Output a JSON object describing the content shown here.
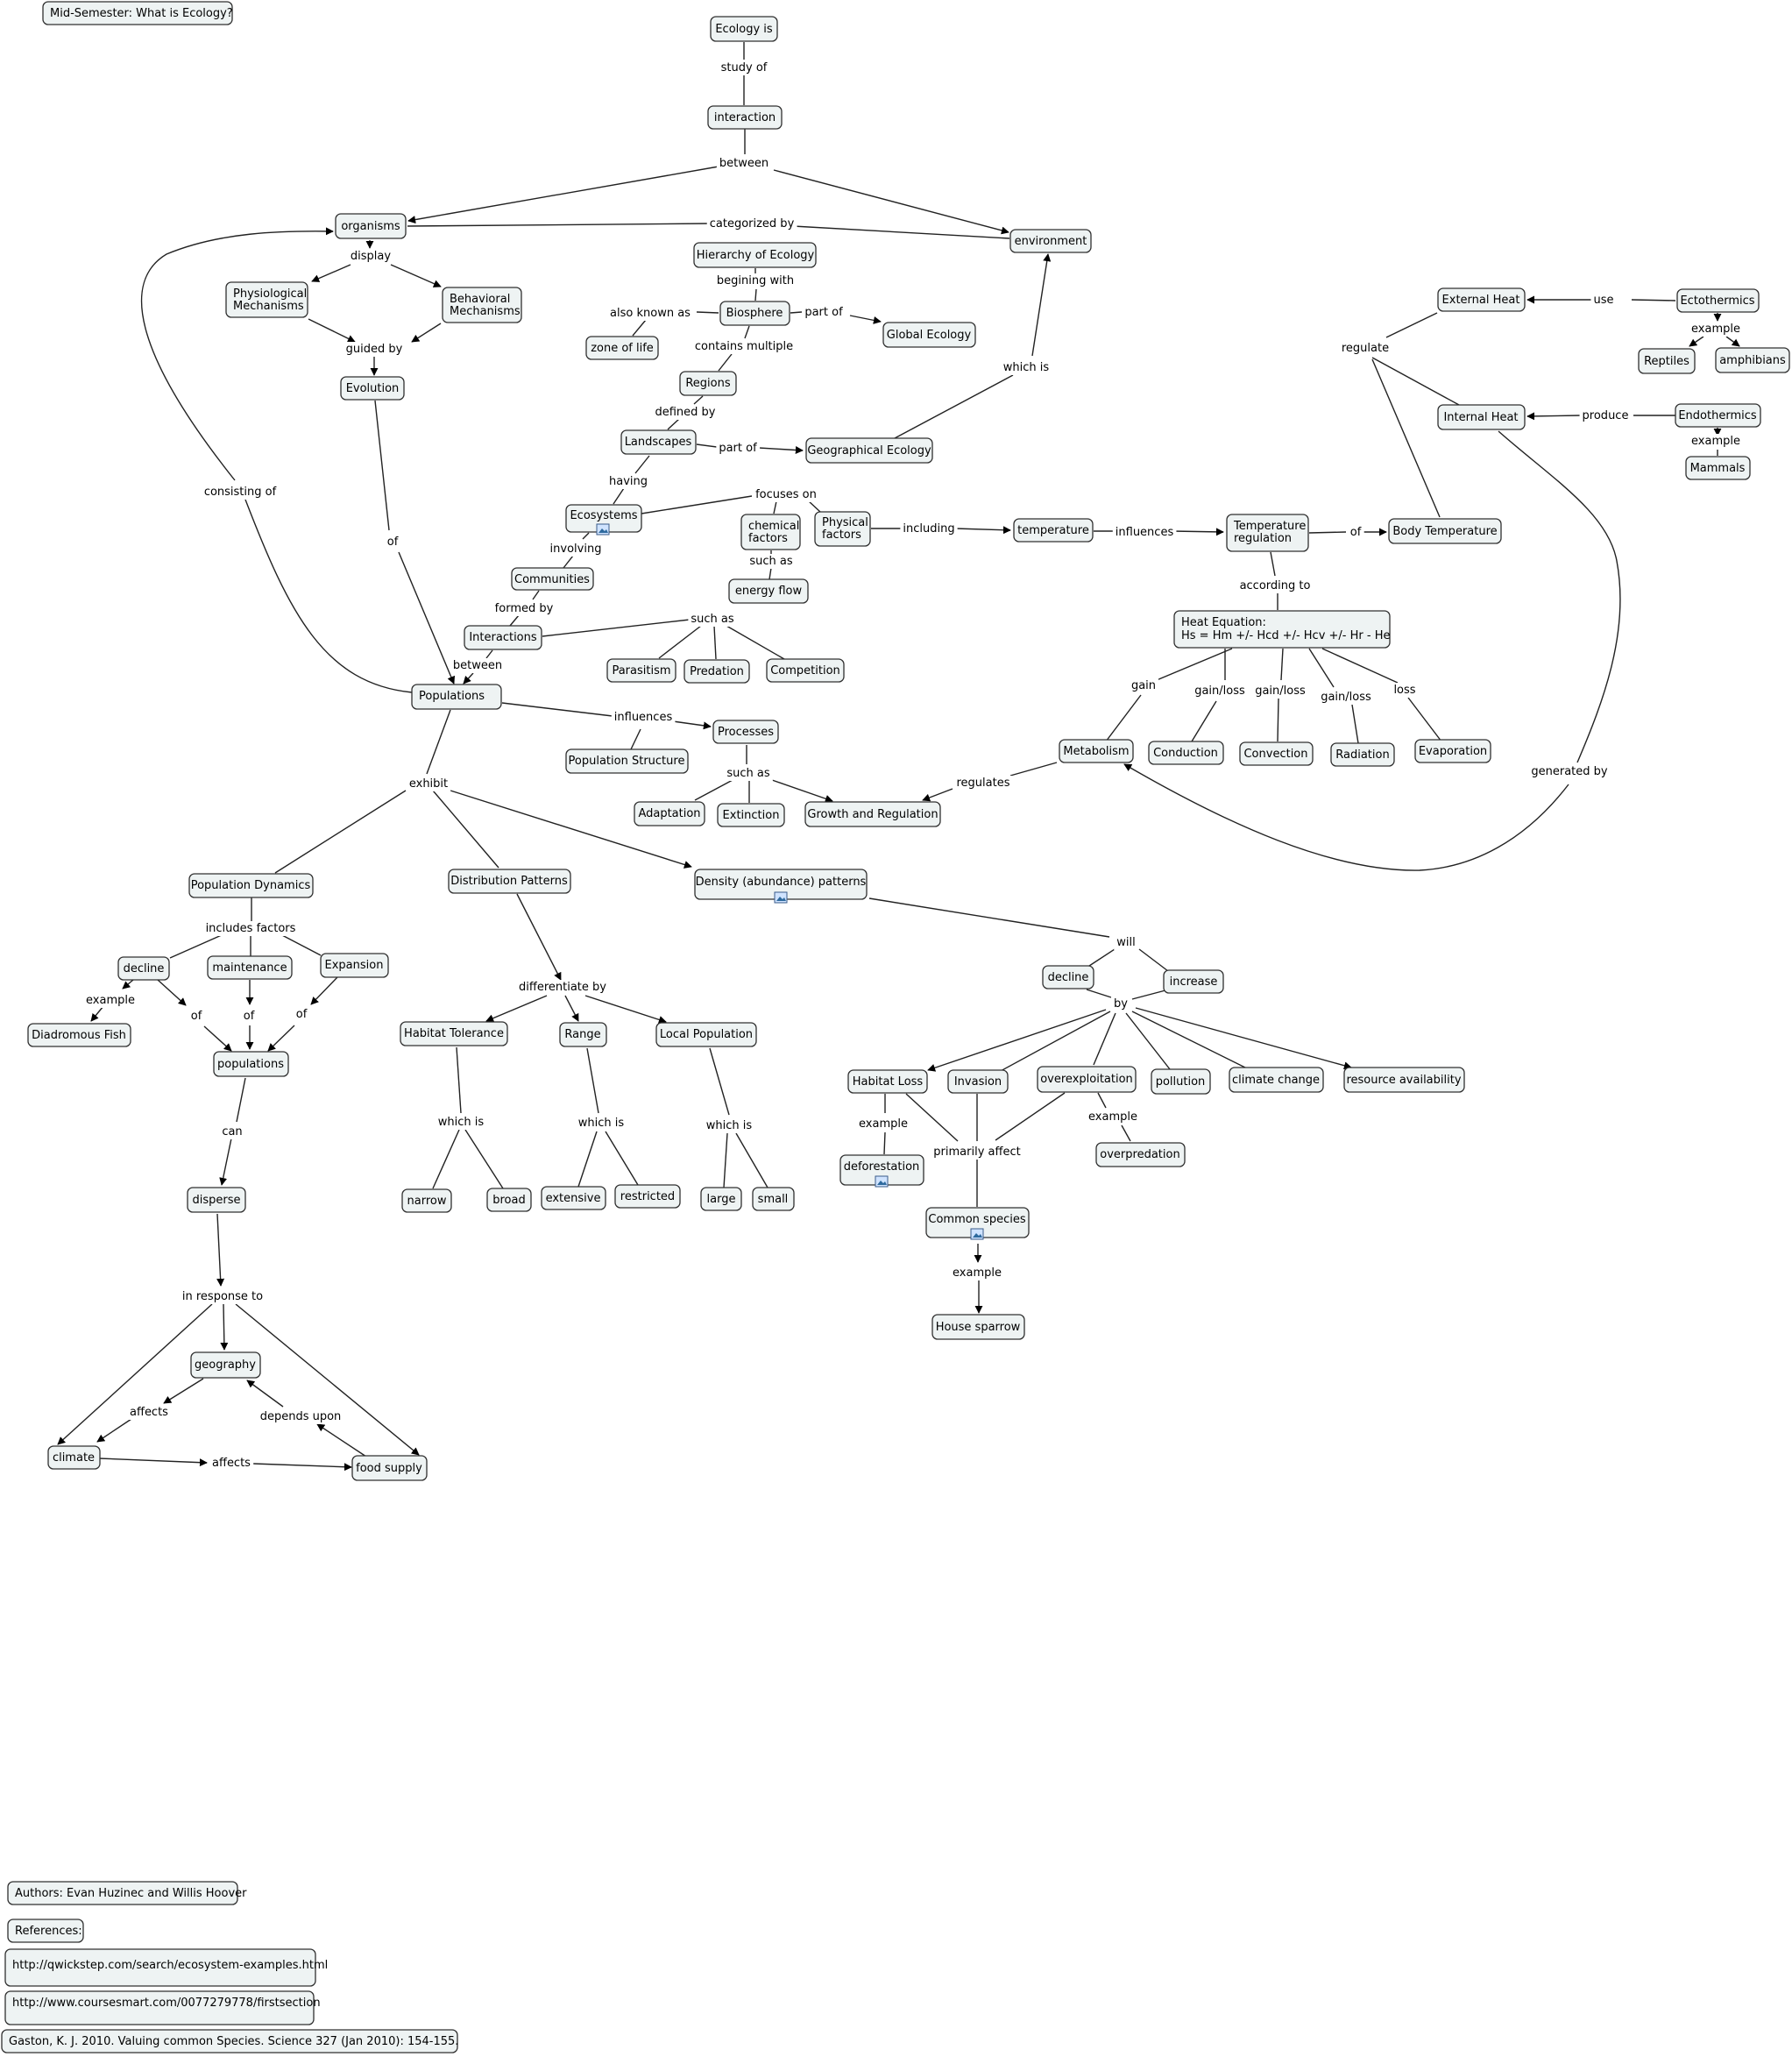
{
  "map": {
    "title": "Mid-Semester:  What is Ecology?",
    "concepts": {
      "ecology": "Ecology is",
      "interaction": "interaction",
      "organisms": "organisms",
      "environment": "environment",
      "hierarchy": "Hierarchy of Ecology",
      "physio1": "Physiological",
      "physio2": "Mechanisms",
      "behav1": "Behavioral",
      "behav2": "Mechanisms",
      "biosphere": "Biosphere",
      "zone_of_life": "zone of life",
      "global_ecology": "Global Ecology",
      "evolution": "Evolution",
      "regions": "Regions",
      "landscapes": "Landscapes",
      "geographical_ecology": "Geographical Ecology",
      "ecosystems": "Ecosystems",
      "chemical1": "chemical",
      "chemical2": "factors",
      "physical1": "Physical",
      "physical2": "factors",
      "temperature": "temperature",
      "temp_reg1": "Temperature",
      "temp_reg2": "regulation",
      "body_temperature": "Body Temperature",
      "external_heat": "External Heat",
      "internal_heat": "Internal Heat",
      "ectothermics": "Ectothermics",
      "reptiles": "Reptiles",
      "amphibians": "amphibians",
      "endothermics": "Endothermics",
      "mammals": "Mammals",
      "communities": "Communities",
      "energy_flow": "energy flow",
      "interactions": "Interactions",
      "heat_eq1": "Heat Equation:",
      "heat_eq2": "Hs = Hm +/- Hcd +/- Hcv +/- Hr - He",
      "parasitism": "Parasitism",
      "predation": "Predation",
      "competition": "Competition",
      "populations": "Populations",
      "processes": "Processes",
      "population_structure": "Population Structure",
      "metabolism": "Metabolism",
      "conduction": "Conduction",
      "convection": "Convection",
      "radiation": "Radiation",
      "evaporation": "Evaporation",
      "adaptation": "Adaptation",
      "extinction": "Extinction",
      "growth_regulation": "Growth and Regulation",
      "population_dynamics": "Population Dynamics",
      "distribution_patterns": "Distribution Patterns",
      "density_patterns": "Density (abundance) patterns",
      "decline_dyn": "decline",
      "maintenance": "maintenance",
      "expansion": "Expansion",
      "diadromous_fish": "Diadromous Fish",
      "populations_lc": "populations",
      "habitat_tolerance": "Habitat Tolerance",
      "range": "Range",
      "local_population": "Local Population",
      "decline_den": "decline",
      "increase": "increase",
      "habitat_loss": "Habitat Loss",
      "invasion": "Invasion",
      "overexploitation": "overexploitation",
      "pollution": "pollution",
      "climate_change": "climate change",
      "resource_availability": "resource availability",
      "deforestation": "deforestation",
      "overpredation": "overpredation",
      "common_species": "Common species",
      "house_sparrow": "House sparrow",
      "narrow": "narrow",
      "broad": "broad",
      "extensive": "extensive",
      "restricted": "restricted",
      "large": "large",
      "small": "small",
      "disperse": "disperse",
      "geography": "geography",
      "climate": "climate",
      "food_supply": "food supply"
    },
    "linking_phrases": {
      "study_of": "study of",
      "between_top": "between",
      "categorized_by": "categorized by",
      "display": "display",
      "begining_with": "begining with",
      "also_known_as": "also known as",
      "part_of_global": "part of",
      "contains_multiple": "contains multiple",
      "guided_by": "guided by",
      "defined_by": "defined by",
      "part_of_geo": "part of",
      "which_is_env": "which is",
      "use": "use",
      "example_ecto": "example",
      "regulate": "regulate",
      "produce": "produce",
      "example_endo": "example",
      "having": "having",
      "focuses_on": "focuses on",
      "consisting_of": "consisting of",
      "involving": "involving",
      "such_as_chem": "such as",
      "including": "including",
      "influences_temp": "influences",
      "of_body": "of",
      "of_evolution": "of",
      "according_to": "according to",
      "formed_by": "formed by",
      "such_as_inter": "such as",
      "between_pop": "between",
      "gain": "gain",
      "gain_loss_1": "gain/loss",
      "gain_loss_2": "gain/loss",
      "gain_loss_3": "gain/loss",
      "loss": "loss",
      "influences_pop": "influences",
      "such_as_proc": "such as",
      "regulates": "regulates",
      "generated_by": "generated by",
      "exhibit": "exhibit",
      "includes_factors": "includes factors",
      "example_fish": "example",
      "of_decline": "of",
      "of_maint": "of",
      "of_expansion": "of",
      "will": "will",
      "differentiate_by": "differentiate by",
      "by": "by",
      "example_defor": "example",
      "example_overpred": "example",
      "primarily_affect": "primarily affect",
      "which_is_ht": "which is",
      "which_is_range": "which is",
      "which_is_local": "which is",
      "can": "can",
      "example_sparrow": "example",
      "in_response_to": "in response to",
      "affects_geo": "affects",
      "depends_upon": "depends upon",
      "affects_climate": "affects"
    },
    "footer": {
      "authors": "Authors: Evan Huzinec and Willis Hoover",
      "references": "References:",
      "ref1": "http://qwickstep.com/search/ecosystem-examples.html",
      "ref2": "http://www.coursesmart.com/0077279778/firstsection",
      "ref3": "Gaston, K. J.  2010.  Valuing common Species.  Science 327 (Jan 2010):  154-155."
    },
    "colors": {
      "node_fill": "#eef3f3",
      "node_border": "#303030",
      "line": "#222222",
      "background": "#ffffff"
    },
    "icons": [
      "image-attachment-icon"
    ]
  }
}
